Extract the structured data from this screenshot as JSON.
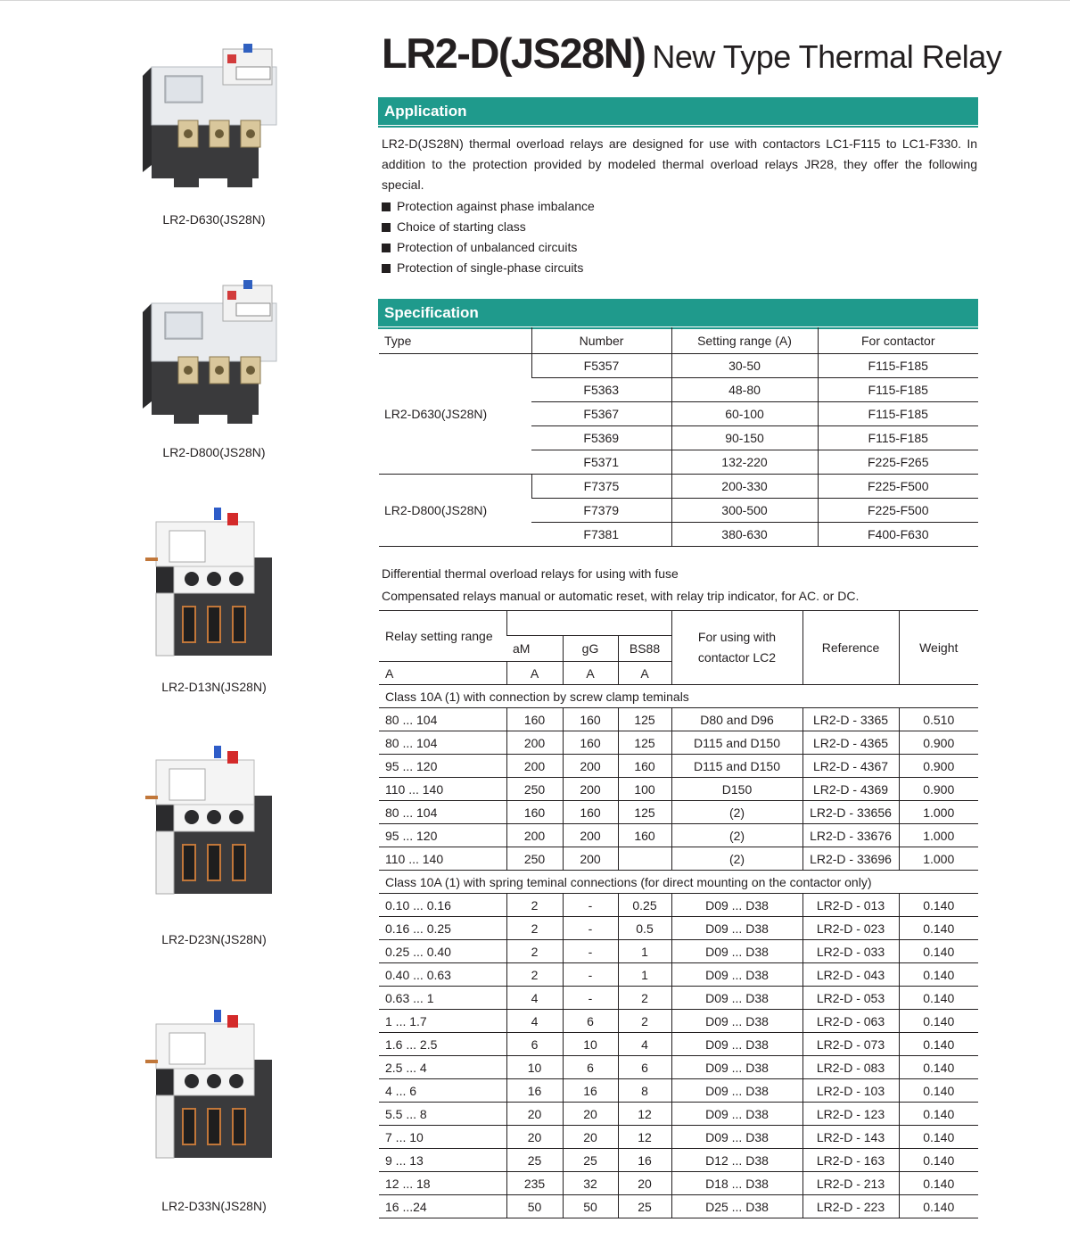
{
  "title": {
    "model": "LR2-D(JS28N)",
    "desc": "New Type Thermal Relay"
  },
  "products": [
    {
      "caption": "LR2-D630(JS28N)",
      "image": "relay-large-photo"
    },
    {
      "caption": "LR2-D800(JS28N)",
      "image": "relay-large-photo"
    },
    {
      "caption": "LR2-D13N(JS28N)",
      "image": "relay-small-photo"
    },
    {
      "caption": "LR2-D23N(JS28N)",
      "image": "relay-small-photo"
    },
    {
      "caption": "LR2-D33N(JS28N)",
      "image": "relay-small-photo"
    }
  ],
  "application": {
    "heading": "Application",
    "text": "LR2-D(JS28N) thermal overload relays are designed for use with contactors LC1-F115 to LC1-F330. In addition to the protection provided by modeled thermal overload relays JR28, they offer the following special.",
    "bullets": [
      "Protection against phase imbalance",
      "Choice of starting class",
      "Protection of unbalanced circuits",
      "Protection of single-phase circuits"
    ]
  },
  "specification": {
    "heading": "Specification",
    "headers": [
      "Type",
      "Number",
      "Setting range (A)",
      "For contactor"
    ],
    "groups": [
      {
        "type": "LR2-D630(JS28N)",
        "rows": [
          [
            "F5357",
            "30-50",
            "F115-F185"
          ],
          [
            "F5363",
            "48-80",
            "F115-F185"
          ],
          [
            "F5367",
            "60-100",
            "F115-F185"
          ],
          [
            "F5369",
            "90-150",
            "F115-F185"
          ],
          [
            "F5371",
            "132-220",
            "F225-F265"
          ]
        ]
      },
      {
        "type": "LR2-D800(JS28N)",
        "rows": [
          [
            "F7375",
            "200-330",
            "F225-F500"
          ],
          [
            "F7379",
            "300-500",
            "F225-F500"
          ],
          [
            "F7381",
            "380-630",
            "F400-F630"
          ]
        ]
      }
    ]
  },
  "notes": [
    "Differential thermal overload relays for using with fuse",
    "Compensated relays manual or automatic reset, with relay trip indicator, for AC. or DC."
  ],
  "relay_table": {
    "h_range": "Relay setting range",
    "h_am": "aM",
    "h_gg": "gG",
    "h_bs": "BS88",
    "h_contactor": "For using with contactor LC2",
    "h_ref": "Reference",
    "h_weight": "Weight",
    "unit": "A",
    "sections": [
      {
        "title": "Class 10A (1) with connection by screw clamp teminals",
        "rows": [
          [
            "80 ... 104",
            "160",
            "160",
            "125",
            "D80 and D96",
            "LR2-D - 3365",
            "0.510"
          ],
          [
            "80 ... 104",
            "200",
            "160",
            "125",
            "D115 and D150",
            "LR2-D - 4365",
            "0.900"
          ],
          [
            "95 ... 120",
            "200",
            "200",
            "160",
            "D115 and D150",
            "LR2-D - 4367",
            "0.900"
          ],
          [
            "110 ... 140",
            "250",
            "200",
            "100",
            "D150",
            "LR2-D - 4369",
            "0.900"
          ],
          [
            "80 ... 104",
            "160",
            "160",
            "125",
            "(2)",
            "LR2-D - 33656",
            "1.000"
          ],
          [
            "95 ... 120",
            "200",
            "200",
            "160",
            "(2)",
            "LR2-D - 33676",
            "1.000"
          ],
          [
            "110 ... 140",
            "250",
            "200",
            "",
            "(2)",
            "LR2-D - 33696",
            "1.000"
          ]
        ]
      },
      {
        "title": "Class 10A (1) with spring teminal connections (for direct mounting on the contactor only)",
        "rows": [
          [
            "0.10 ... 0.16",
            "2",
            "-",
            "0.25",
            "D09 ... D38",
            "LR2-D - 013",
            "0.140"
          ],
          [
            "0.16 ... 0.25",
            "2",
            "-",
            "0.5",
            "D09 ... D38",
            "LR2-D - 023",
            "0.140"
          ],
          [
            "0.25 ... 0.40",
            "2",
            "-",
            "1",
            "D09 ... D38",
            "LR2-D - 033",
            "0.140"
          ],
          [
            "0.40 ... 0.63",
            "2",
            "-",
            "1",
            "D09 ... D38",
            "LR2-D - 043",
            "0.140"
          ],
          [
            "0.63 ... 1",
            "4",
            "-",
            "2",
            "D09 ... D38",
            "LR2-D - 053",
            "0.140"
          ],
          [
            "1 ... 1.7",
            "4",
            "6",
            "2",
            "D09 ... D38",
            "LR2-D - 063",
            "0.140"
          ],
          [
            "1.6 ... 2.5",
            "6",
            "10",
            "4",
            "D09 ... D38",
            "LR2-D - 073",
            "0.140"
          ],
          [
            "2.5 ... 4",
            "10",
            "6",
            "6",
            "D09 ... D38",
            "LR2-D - 083",
            "0.140"
          ],
          [
            "4 ... 6",
            "16",
            "16",
            "8",
            "D09 ... D38",
            "LR2-D - 103",
            "0.140"
          ],
          [
            "5.5 ... 8",
            "20",
            "20",
            "12",
            "D09 ... D38",
            "LR2-D - 123",
            "0.140"
          ],
          [
            "7 ... 10",
            "20",
            "20",
            "12",
            "D09 ... D38",
            "LR2-D - 143",
            "0.140"
          ],
          [
            "9 ... 13",
            "25",
            "25",
            "16",
            "D12 ... D38",
            "LR2-D - 163",
            "0.140"
          ],
          [
            "12 ... 18",
            "235",
            "32",
            "20",
            "D18 ... D38",
            "LR2-D - 213",
            "0.140"
          ],
          [
            "16 ...24",
            "50",
            "50",
            "25",
            "D25 ... D38",
            "LR2-D - 223",
            "0.140"
          ]
        ]
      }
    ]
  }
}
